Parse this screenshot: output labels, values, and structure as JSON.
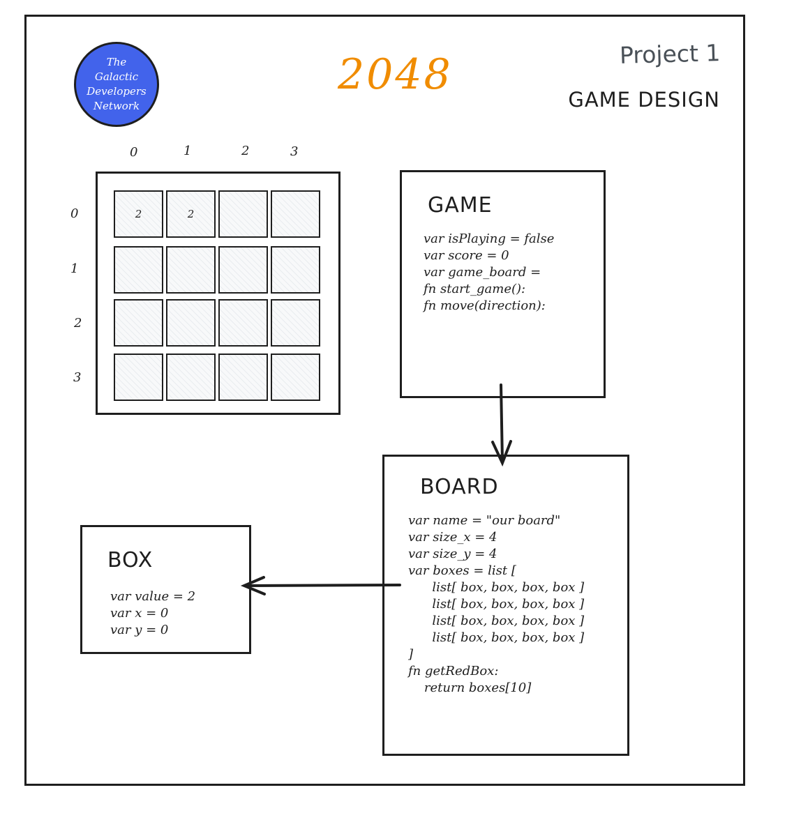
{
  "logo": {
    "lines": [
      "The",
      "Galactic",
      "Developers",
      "Network"
    ],
    "color": "#4263eb"
  },
  "title": "2048",
  "title_color": "#f08c00",
  "project": "Project 1",
  "subtitle": "GAME DESIGN",
  "grid": {
    "col_labels": [
      "0",
      "1",
      "2",
      "3"
    ],
    "row_labels": [
      "0",
      "1",
      "2",
      "3"
    ],
    "cells": [
      [
        "2",
        "2",
        "",
        ""
      ],
      [
        "",
        "",
        "",
        ""
      ],
      [
        "",
        "",
        "",
        ""
      ],
      [
        "",
        "",
        "",
        ""
      ]
    ]
  },
  "game_box": {
    "heading": "GAME",
    "code": [
      "var isPlaying = false",
      "var score = 0",
      "var game_board =",
      "",
      "fn start_game():",
      "",
      "fn move(direction):"
    ]
  },
  "board_box": {
    "heading": "BOARD",
    "code": [
      "var name = \"our board\"",
      "var size_x = 4",
      "var size_y = 4",
      "var boxes = list [",
      "      list[ box, box, box, box ]",
      "      list[ box, box, box, box ]",
      "      list[ box, box, box, box ]",
      "      list[ box, box, box, box ]",
      "]",
      "fn getRedBox:",
      "    return boxes[10]"
    ]
  },
  "box_box": {
    "heading": "BOX",
    "code": [
      "var value = 2",
      "var x = 0",
      "var y = 0"
    ]
  }
}
